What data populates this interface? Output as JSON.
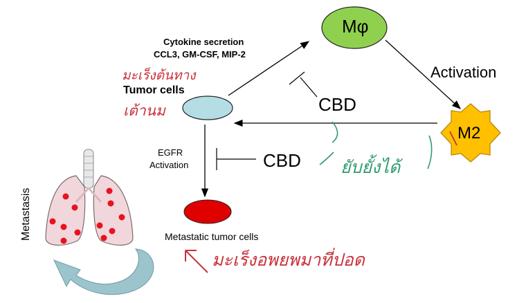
{
  "nodes": {
    "macrophage": "Mφ",
    "m2": "M2",
    "tumor_cells": "Tumor cells",
    "metastatic_cells": "Metastatic tumor cells",
    "metastasis": "Metastasis"
  },
  "labels": {
    "cytokine_title": "Cytokine secretion",
    "cytokine_list": "CCL3, GM-CSF, MIP-2",
    "activation": "Activation",
    "cbd_top": "CBD",
    "cbd_bottom": "CBD",
    "egfr_line1": "EGFR",
    "egfr_line2": "Activation"
  },
  "handwritten": {
    "red_top_line1": "มะเร็งต้นทาง",
    "red_top_line2": "เต้านม",
    "green": "ยับยั้งได้",
    "red_bottom": "มะเร็งอพยพมาที่ปอด"
  },
  "colors": {
    "macrophage_fill": "#8fd14f",
    "m2_fill": "#ffc000",
    "tumor_fill": "#b4dde4",
    "metastatic_fill": "#e00000",
    "handwriting_red": "#c9303a",
    "handwriting_green": "#2f9a6e",
    "lung_fill": "#f1d7dc",
    "curved_arrow_fill": "#9cc4cc"
  }
}
